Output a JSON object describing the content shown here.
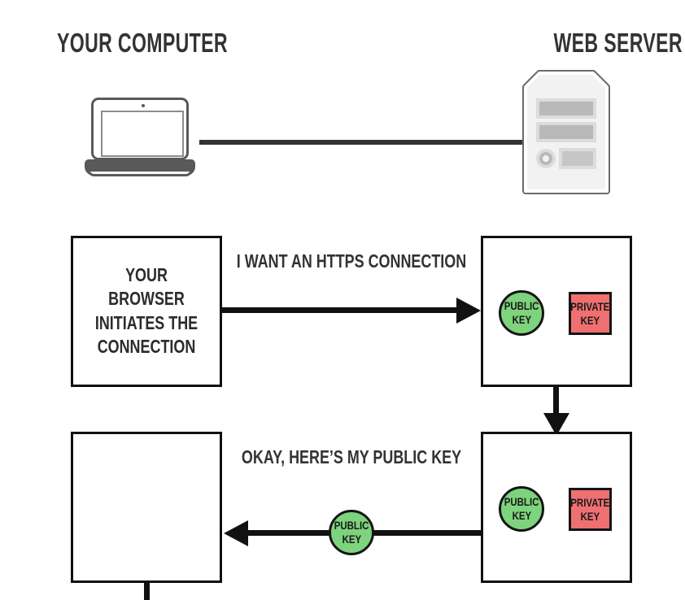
{
  "headings": {
    "left": "YOUR COMPUTER",
    "right": "WEB SERVER"
  },
  "icons": {
    "laptop": "laptop-icon",
    "server": "server-tower-icon",
    "wire": "network-cable"
  },
  "colors": {
    "public_key_fill": "#7ed37d",
    "private_key_fill": "#ef7070",
    "stroke": "#111111",
    "heading_text": "#333333",
    "device_gray": "#595959",
    "background": "#ffffff"
  },
  "boxes": {
    "browser_step1": {
      "lines": [
        "YOUR BROWSER",
        "INITIATES THE",
        "CONNECTION"
      ]
    },
    "server_step1": {
      "lines": []
    },
    "browser_step2": {
      "lines": []
    },
    "server_step2": {
      "lines": []
    }
  },
  "captions": {
    "step1": "I WANT AN HTTPS CONNECTION",
    "step2": "OKAY, HERE’S MY PUBLIC KEY"
  },
  "keys": {
    "public": {
      "line1": "PUBLIC",
      "line2": "KEY",
      "shape": "circle"
    },
    "private": {
      "line1": "PRIVATE",
      "line2": "KEY",
      "shape": "square"
    }
  },
  "arrows": {
    "step1_direction": "right",
    "step2_direction": "left",
    "server_vertical_direction": "down"
  }
}
